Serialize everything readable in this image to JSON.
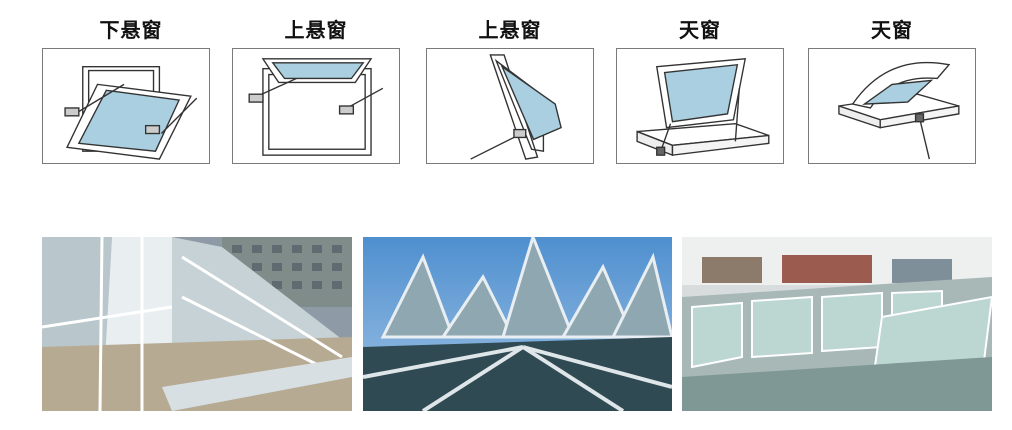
{
  "diagrams": [
    {
      "label": "下悬窗",
      "icon": "bottom-hung-window-diagram"
    },
    {
      "label": "上悬窗",
      "icon": "top-hung-window-diagram"
    },
    {
      "label": "上悬窗",
      "icon": "top-hung-window-side-diagram"
    },
    {
      "label": "天窗",
      "icon": "skylight-frame-diagram"
    },
    {
      "label": "天窗",
      "icon": "dome-skylight-diagram"
    }
  ],
  "photos": [
    {
      "icon": "open-window-row-photo"
    },
    {
      "icon": "pyramid-skylight-photo"
    },
    {
      "icon": "rooftop-skylight-photo"
    }
  ],
  "colors": {
    "glass": "#a9cfe0",
    "frame": "#ffffff",
    "outline": "#333333"
  }
}
